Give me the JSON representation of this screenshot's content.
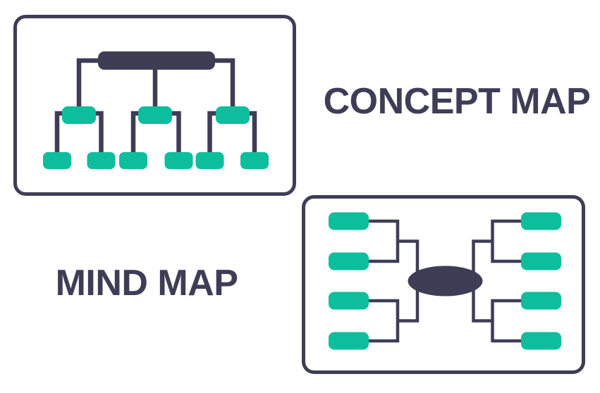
{
  "colors": {
    "navy": "#3f3d56",
    "teal": "#0dbe9d",
    "panel_bg": "#ffffff",
    "page_bg": "#ffffff"
  },
  "labels": {
    "concept_map": "CONCEPT MAP",
    "mind_map": "MIND MAP"
  },
  "diagrams": {
    "concept_map": {
      "type": "hierarchical-tree",
      "root_nodes": 1,
      "branch_nodes": 3,
      "leaf_nodes": 6
    },
    "mind_map": {
      "type": "radial",
      "central_nodes": 1,
      "left_branch_nodes": 4,
      "right_branch_nodes": 4
    }
  }
}
